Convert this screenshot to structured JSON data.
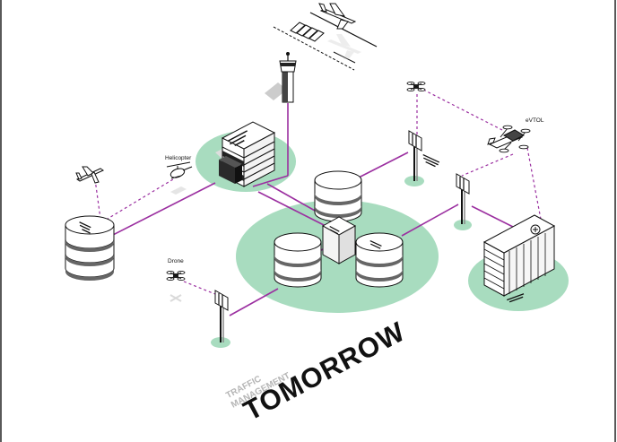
{
  "labels": {
    "helicopter": "Helicopter",
    "drone": "Drone",
    "evtol": "eVTOL"
  },
  "headline": {
    "kicker_line1": "TRAFFIC",
    "kicker_line2": "MANAGEMENT",
    "main": "TOMORROW"
  },
  "colors": {
    "accent_green": "#a8dcbf",
    "link_purple": "#9b2fa0",
    "ink": "#111111",
    "shadow": "#bdbdbd"
  },
  "icons": [
    "airplane-icon",
    "helicopter-icon",
    "drone-icon",
    "evtol-icon",
    "control-tower-icon",
    "antenna-icon",
    "database-icon",
    "server-box-icon",
    "office-building-icon",
    "hospital-building-icon",
    "runway-icon"
  ]
}
